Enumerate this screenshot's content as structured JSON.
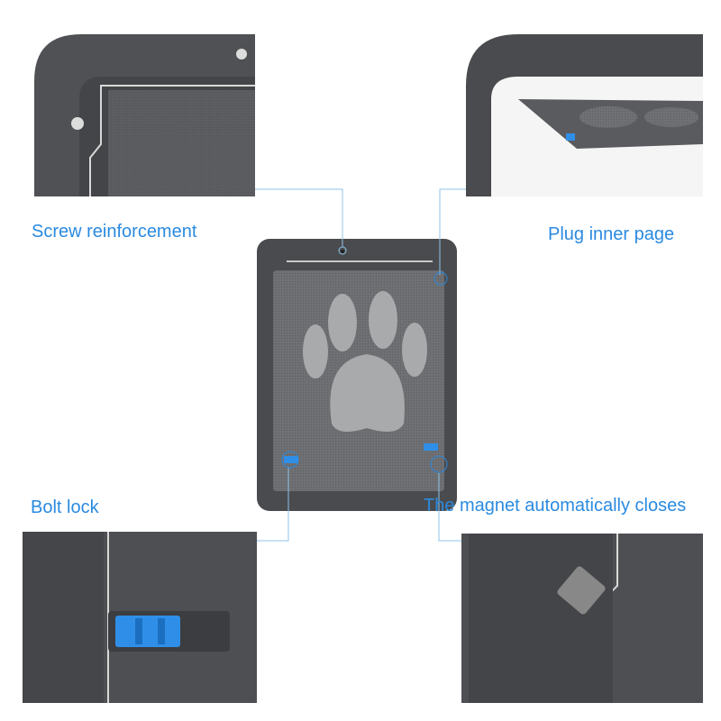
{
  "labels": {
    "screw": "Screw reinforcement",
    "plug": "Plug inner page",
    "bolt": "Bolt lock",
    "magnet": "The magnet automatically closes"
  },
  "colors": {
    "accent": "#2a8ae0",
    "frame": "#4a4b4e",
    "mesh": "#7d7e80",
    "paw": "#a9aaac",
    "bolt": "#2f8fe8"
  }
}
